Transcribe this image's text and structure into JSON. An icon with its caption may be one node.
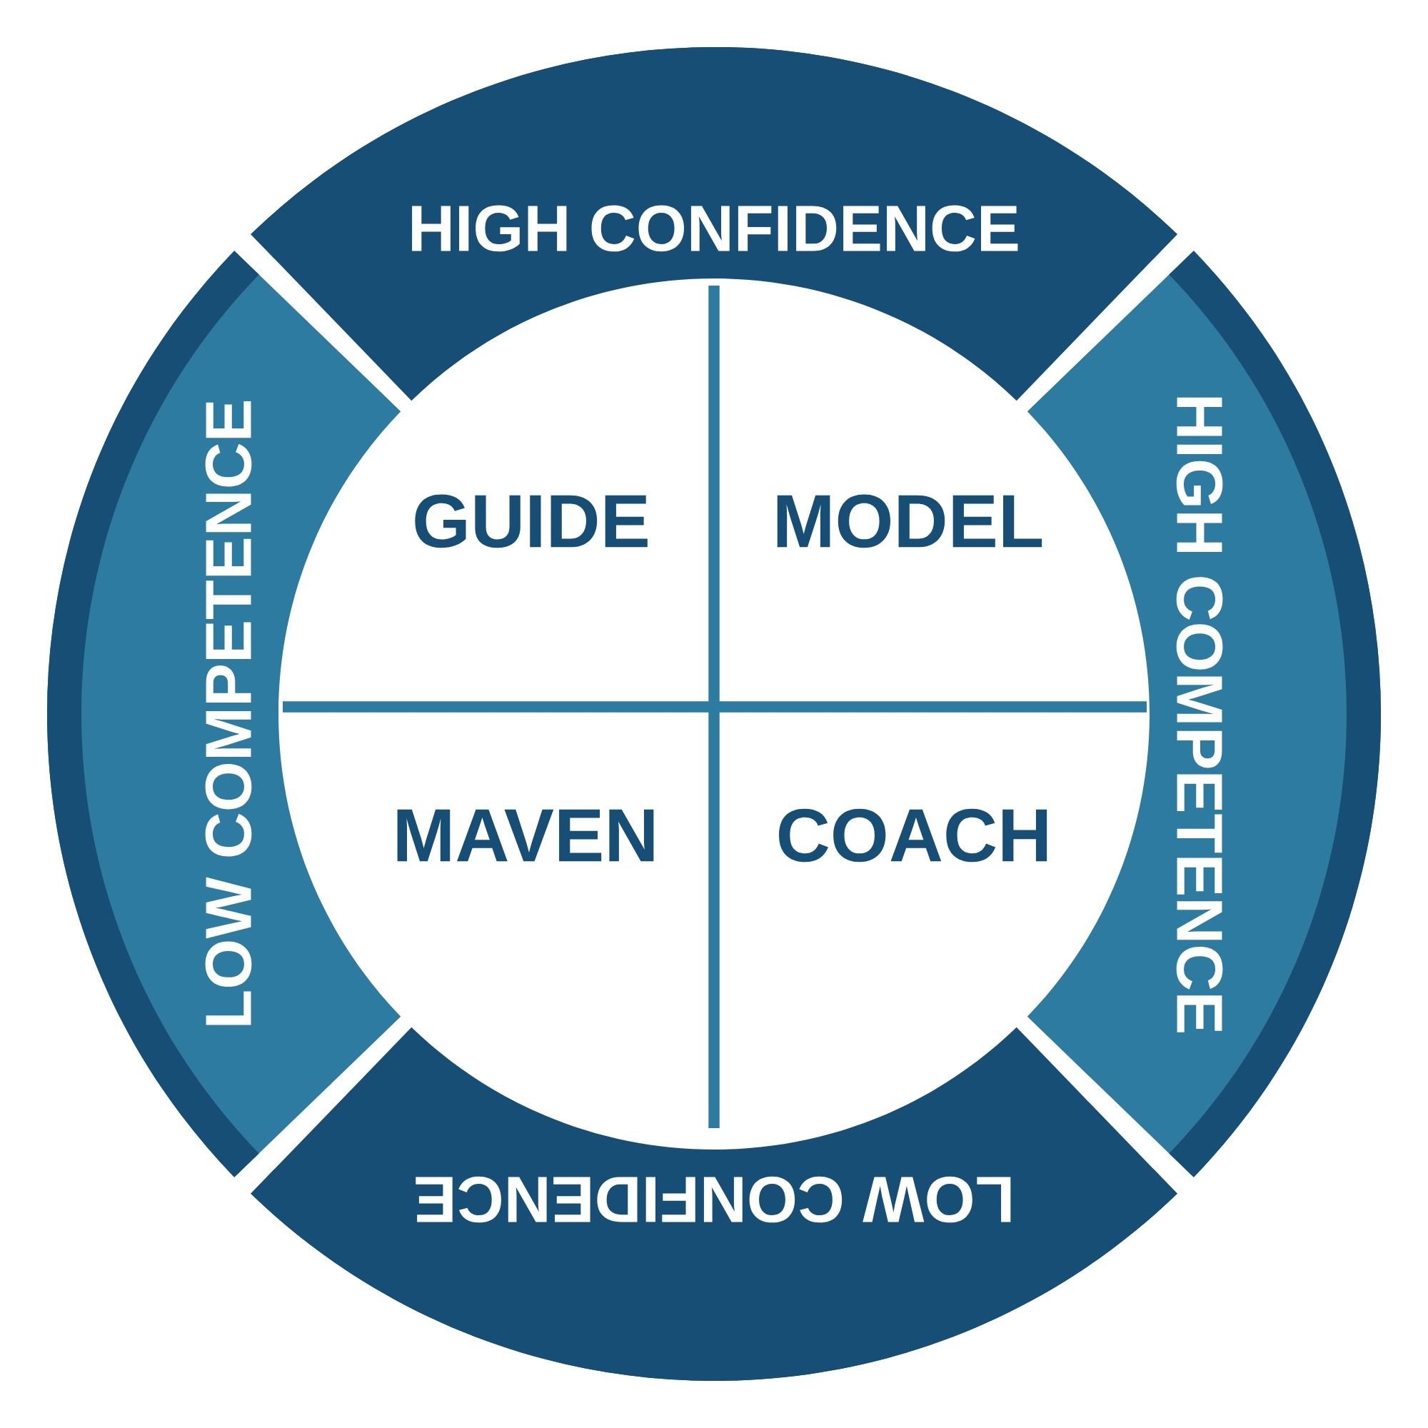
{
  "diagram": {
    "nodes": [
      {
        "text": [
          "HIGH CONFIDENCE"
        ]
      },
      {
        "text": [
          "HIGH COMPETENCE"
        ]
      },
      {
        "text": [
          "LOW CONFIDENCE"
        ]
      },
      {
        "text": [
          "LOW COMPETENCE"
        ]
      }
    ],
    "labels": [
      "GUIDE",
      "MODEL",
      "MAVEN",
      "COACH"
    ]
  }
}
